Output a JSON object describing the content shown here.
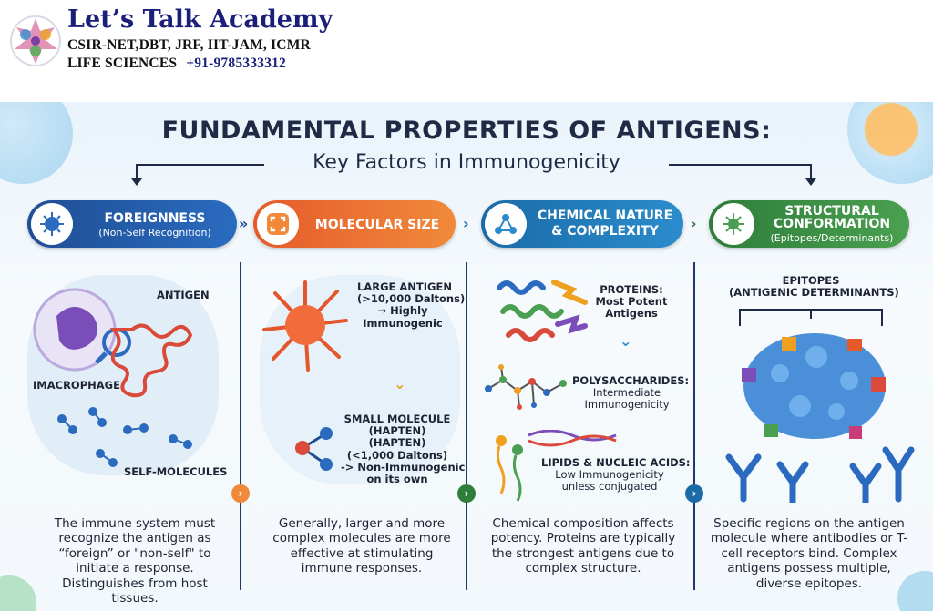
{
  "header": {
    "brand_title": "Let’s Talk Academy",
    "line1": "CSIR-NET,DBT, JRF, IIT-JAM, ICMR",
    "line2": "LIFE SCIENCES",
    "phone": "+91-9785333312"
  },
  "infographic": {
    "title": "FUNDAMENTAL PROPERTIES OF ANTIGENS:",
    "subtitle": "Key Factors in Immunogenicity",
    "columns": [
      {
        "heading": "FOREIGNNESS",
        "subheading": "(Non-Self Recognition)",
        "labels": {
          "antigen": "ANTIGEN",
          "macrophage": "IMACROPHAGE",
          "self": "SELF-MOLECULES"
        },
        "description": "The immune system must recognize the antigen as “foreign” or \"non-self\" to initiate a response. Distinguishes from host tissues."
      },
      {
        "heading": "MOLECULAR SIZE",
        "labels": {
          "large1": "LARGE ANTIGEN",
          "large2": "(>10,000 Daltons)",
          "large3": "→ Highly",
          "large4": "Immunogenic",
          "small1": "SMALL MOLECULE",
          "small2": "(HAPTEN)",
          "small3": "(HAPTEN)",
          "small4": "(<1,000 Daltons)",
          "small5": "-> Non-Immunogenic",
          "small6": "on its own"
        },
        "description": "Generally, larger and more complex molecules are more effective at stimulating immune responses."
      },
      {
        "heading1": "CHEMICAL NATURE",
        "heading2": "& COMPLEXITY",
        "labels": {
          "proteins1": "PROTEINS:",
          "proteins2": "Most Potent",
          "proteins3": "Antigens",
          "poly1": "POLYSACCHARIDES:",
          "poly2": "Intermediate",
          "poly3": "Immunogenicity",
          "lipids1": "LIPIDS & NUCLEIC ACIDS:",
          "lipids2": "Low Immunogenicity",
          "lipids3": "unless conjugated"
        },
        "description": "Chemical composition affects potency. Proteins are typically the strongest antigens due to complex structure."
      },
      {
        "heading1": "STRUCTURAL",
        "heading2": "CONFORMATION",
        "subheading": "(Epitopes/Determinants)",
        "labels": {
          "epitopes1": "EPITOPES",
          "epitopes2": "(ANTIGENIC DETERMINANTS)"
        },
        "description": "Specific regions on the antigen molecule where antibodies or T-cell receptors bind. Complex antigens possess multiple, diverse epitopes."
      }
    ]
  }
}
